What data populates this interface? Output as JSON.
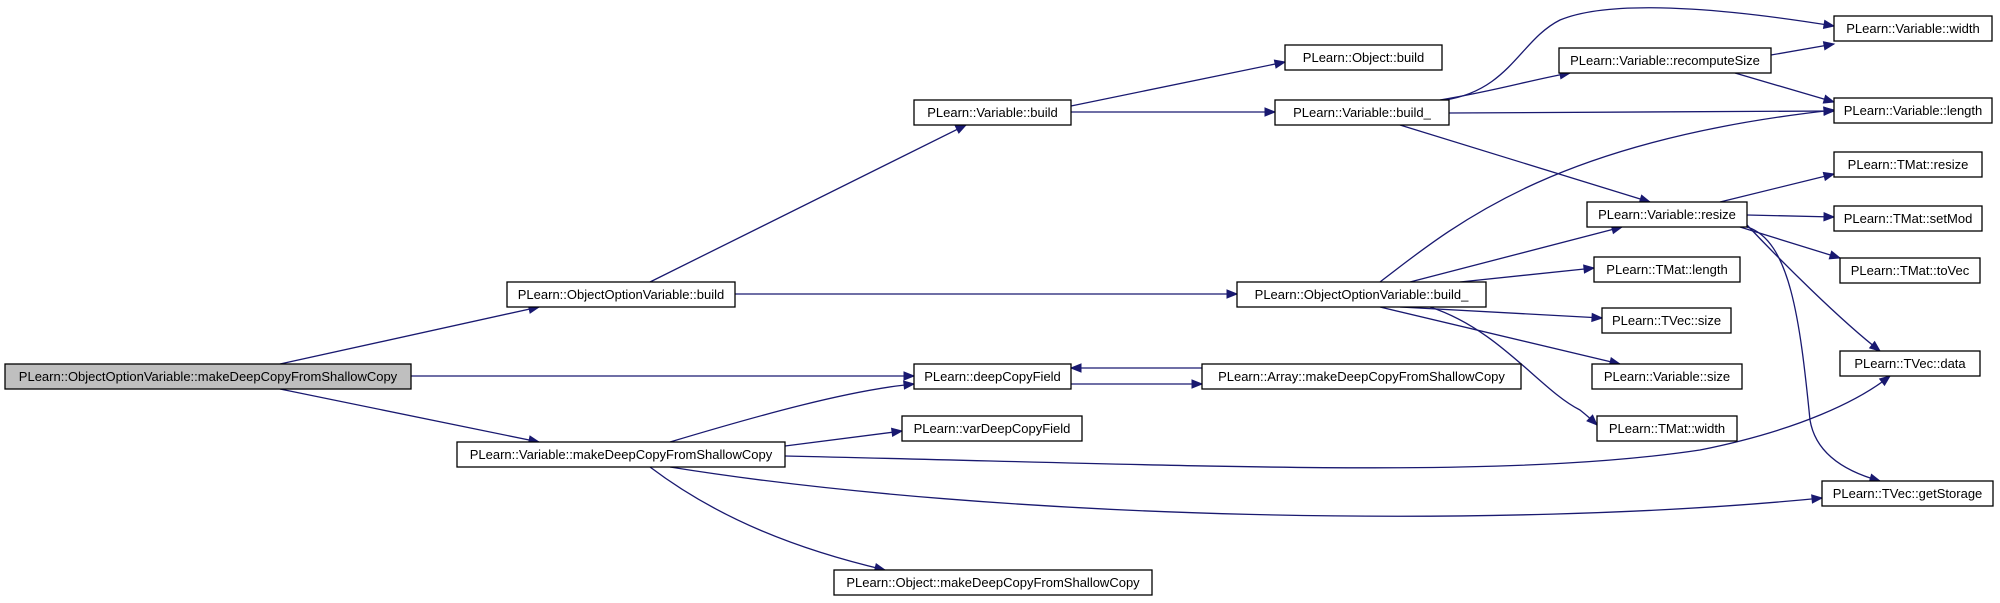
{
  "graph": {
    "nodes": [
      {
        "id": "root",
        "label": "PLearn::ObjectOptionVariable::makeDeepCopyFromShallowCopy",
        "root": true
      },
      {
        "id": "oov_build",
        "label": "PLearn::ObjectOptionVariable::build"
      },
      {
        "id": "deepCopyField",
        "label": "PLearn::deepCopyField"
      },
      {
        "id": "var_mdc",
        "label": "PLearn::Variable::makeDeepCopyFromShallowCopy"
      },
      {
        "id": "var_build",
        "label": "PLearn::Variable::build"
      },
      {
        "id": "obj_build",
        "label": "PLearn::Object::build"
      },
      {
        "id": "var_build_",
        "label": "PLearn::Variable::build_"
      },
      {
        "id": "oov_build_",
        "label": "PLearn::ObjectOptionVariable::build_"
      },
      {
        "id": "arr_mdc",
        "label": "PLearn::Array::makeDeepCopyFromShallowCopy"
      },
      {
        "id": "varDeepCopyField",
        "label": "PLearn::varDeepCopyField"
      },
      {
        "id": "obj_mdc",
        "label": "PLearn::Object::makeDeepCopyFromShallowCopy"
      },
      {
        "id": "recomputeSize",
        "label": "PLearn::Variable::recomputeSize"
      },
      {
        "id": "var_resize",
        "label": "PLearn::Variable::resize"
      },
      {
        "id": "tmat_length",
        "label": "PLearn::TMat::length"
      },
      {
        "id": "tvec_size",
        "label": "PLearn::TVec::size"
      },
      {
        "id": "var_size",
        "label": "PLearn::Variable::size"
      },
      {
        "id": "tmat_width",
        "label": "PLearn::TMat::width"
      },
      {
        "id": "var_width",
        "label": "PLearn::Variable::width"
      },
      {
        "id": "var_length",
        "label": "PLearn::Variable::length"
      },
      {
        "id": "tmat_resize",
        "label": "PLearn::TMat::resize"
      },
      {
        "id": "tmat_setMod",
        "label": "PLearn::TMat::setMod"
      },
      {
        "id": "tmat_toVec",
        "label": "PLearn::TMat::toVec"
      },
      {
        "id": "tvec_data",
        "label": "PLearn::TVec::data"
      },
      {
        "id": "tvec_getStorage",
        "label": "PLearn::TVec::getStorage"
      }
    ],
    "edges": [
      {
        "from": "root",
        "to": "oov_build"
      },
      {
        "from": "root",
        "to": "deepCopyField"
      },
      {
        "from": "root",
        "to": "var_mdc"
      },
      {
        "from": "oov_build",
        "to": "var_build"
      },
      {
        "from": "oov_build",
        "to": "oov_build_"
      },
      {
        "from": "var_build",
        "to": "obj_build"
      },
      {
        "from": "var_build",
        "to": "var_build_"
      },
      {
        "from": "var_build_",
        "to": "recomputeSize"
      },
      {
        "from": "var_build_",
        "to": "var_width"
      },
      {
        "from": "var_build_",
        "to": "var_length"
      },
      {
        "from": "var_build_",
        "to": "var_resize"
      },
      {
        "from": "recomputeSize",
        "to": "var_width"
      },
      {
        "from": "recomputeSize",
        "to": "var_length"
      },
      {
        "from": "oov_build_",
        "to": "var_length"
      },
      {
        "from": "oov_build_",
        "to": "var_resize"
      },
      {
        "from": "oov_build_",
        "to": "tmat_length"
      },
      {
        "from": "oov_build_",
        "to": "tvec_size"
      },
      {
        "from": "oov_build_",
        "to": "var_size"
      },
      {
        "from": "oov_build_",
        "to": "tmat_width"
      },
      {
        "from": "var_resize",
        "to": "tmat_resize"
      },
      {
        "from": "var_resize",
        "to": "tmat_setMod"
      },
      {
        "from": "var_resize",
        "to": "tmat_toVec"
      },
      {
        "from": "var_resize",
        "to": "tvec_data"
      },
      {
        "from": "var_resize",
        "to": "tvec_getStorage"
      },
      {
        "from": "deepCopyField",
        "to": "arr_mdc"
      },
      {
        "from": "arr_mdc",
        "to": "deepCopyField"
      },
      {
        "from": "var_mdc",
        "to": "deepCopyField"
      },
      {
        "from": "var_mdc",
        "to": "varDeepCopyField"
      },
      {
        "from": "var_mdc",
        "to": "tvec_data"
      },
      {
        "from": "var_mdc",
        "to": "tvec_getStorage"
      },
      {
        "from": "var_mdc",
        "to": "obj_mdc"
      }
    ],
    "colors": {
      "edge": "#191970",
      "root_fill": "#bfbfbf",
      "node_fill": "#ffffff",
      "node_border": "#000000"
    }
  }
}
